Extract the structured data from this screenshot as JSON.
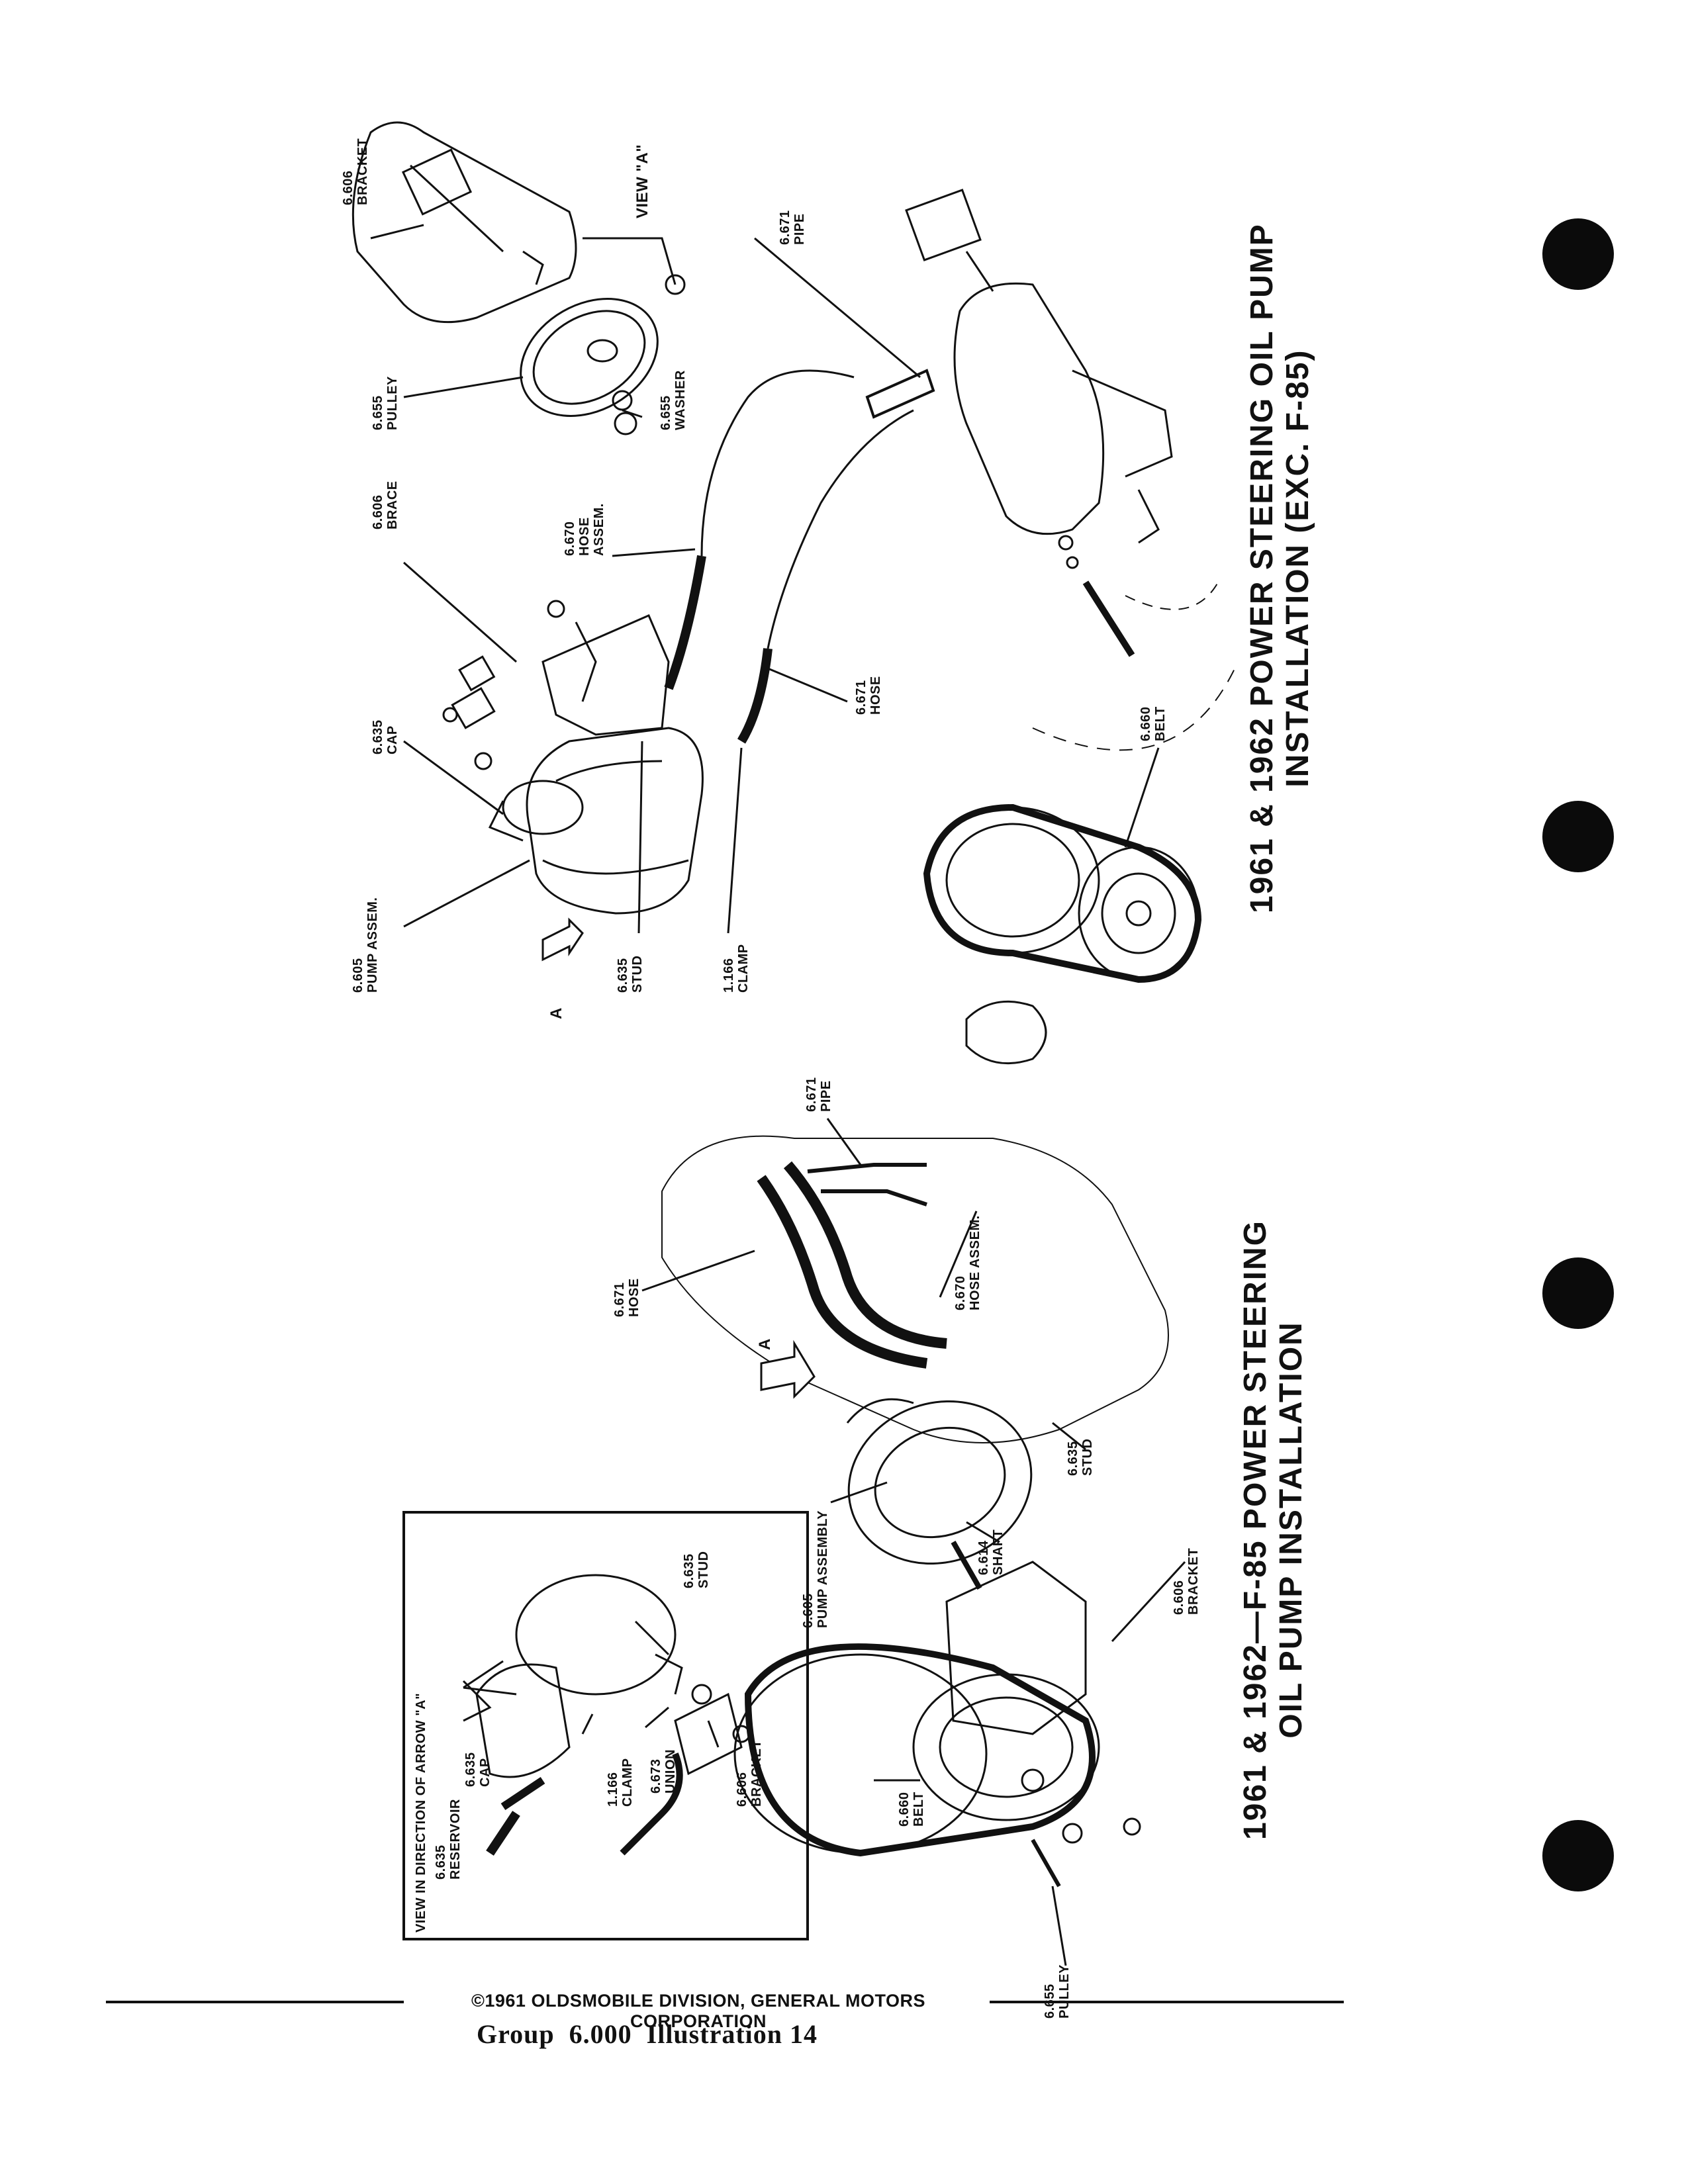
{
  "top_diagram": {
    "title_line1": "1961 & 1962 POWER STEERING OIL PUMP",
    "title_line2": "INSTALLATION (EXC. F-85)",
    "view_label": "VIEW \"A\"",
    "arrow_label": "A",
    "callouts": [
      {
        "num": "6.606",
        "text": "BRACKET"
      },
      {
        "num": "6.655",
        "text": "PULLEY"
      },
      {
        "num": "6.655",
        "text": "WASHER"
      },
      {
        "num": "6.606",
        "text": "BRACE"
      },
      {
        "num": "6.671",
        "text": "PIPE"
      },
      {
        "num": "6.670",
        "text": "HOSE ASSEM."
      },
      {
        "num": "6.635",
        "text": "CAP"
      },
      {
        "num": "6.605",
        "text": "PUMP ASSEM."
      },
      {
        "num": "6.635",
        "text": "STUD"
      },
      {
        "num": "1.166",
        "text": "CLAMP"
      },
      {
        "num": "6.671",
        "text": "HOSE"
      },
      {
        "num": "6.660",
        "text": "BELT"
      }
    ]
  },
  "bottom_diagram": {
    "title_line1": "1961 & 1962—F-85 POWER STEERING",
    "title_line2": "OIL PUMP INSTALLATION",
    "arrow_label": "A",
    "inset_title": "VIEW IN DIRECTION OF ARROW \"A\"",
    "callouts": [
      {
        "num": "6.671",
        "text": "PIPE"
      },
      {
        "num": "6.671",
        "text": "HOSE"
      },
      {
        "num": "6.670",
        "text": "HOSE ASSEM."
      },
      {
        "num": "6.635",
        "text": "STUD"
      },
      {
        "num": "6.605",
        "text": "PUMP ASSEMBLY"
      },
      {
        "num": "6.614",
        "text": "SHAFT"
      },
      {
        "num": "6.606",
        "text": "BRACKET"
      },
      {
        "num": "6.660",
        "text": "BELT"
      },
      {
        "num": "6.655",
        "text": "PULLEY"
      }
    ],
    "inset_callouts": [
      {
        "num": "6.635",
        "text": "STUD"
      },
      {
        "num": "6.635",
        "text": "CAP"
      },
      {
        "num": "6.635",
        "text": "RESERVOIR"
      },
      {
        "num": "1.166",
        "text": "CLAMP"
      },
      {
        "num": "6.673",
        "text": "UNION"
      },
      {
        "num": "6.606",
        "text": "BRACKET"
      }
    ]
  },
  "footer": {
    "copyright": "©1961 OLDSMOBILE DIVISION, GENERAL MOTORS CORPORATION",
    "group_line": "Group  6.000  Illustration 14"
  }
}
